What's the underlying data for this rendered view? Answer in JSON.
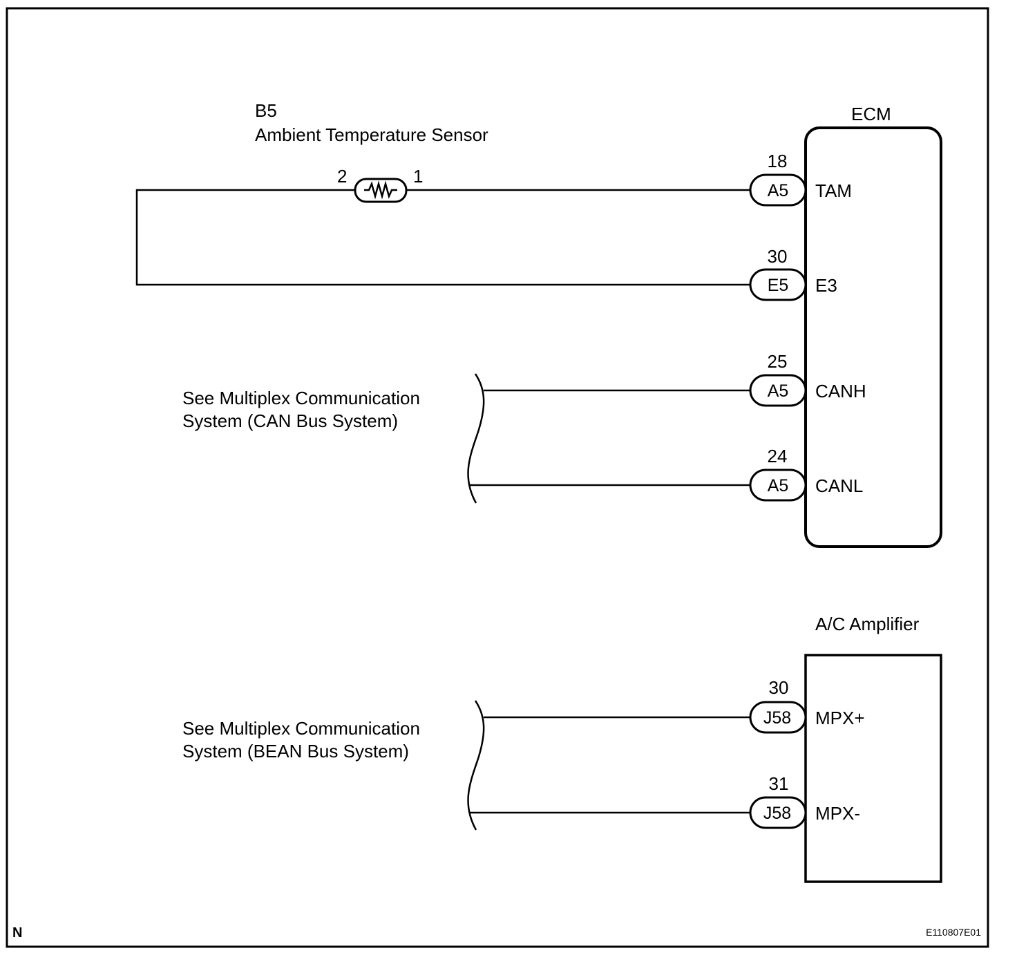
{
  "sensor": {
    "code": "B5",
    "name": "Ambient Temperature Sensor",
    "pin_left": "2",
    "pin_right": "1"
  },
  "ecm": {
    "title": "ECM",
    "terminals": [
      {
        "pin": "18",
        "connector": "A5",
        "signal": "TAM"
      },
      {
        "pin": "30",
        "connector": "E5",
        "signal": "E3"
      },
      {
        "pin": "25",
        "connector": "A5",
        "signal": "CANH"
      },
      {
        "pin": "24",
        "connector": "A5",
        "signal": "CANL"
      }
    ]
  },
  "amplifier": {
    "title": "A/C Amplifier",
    "terminals": [
      {
        "pin": "30",
        "connector": "J58",
        "signal": "MPX+"
      },
      {
        "pin": "31",
        "connector": "J58",
        "signal": "MPX-"
      }
    ]
  },
  "notes": {
    "can": [
      "See Multiplex Communication",
      "System (CAN Bus System)"
    ],
    "bean": [
      "See Multiplex Communication",
      "System (BEAN Bus System)"
    ]
  },
  "footer": {
    "corner_mark": "N",
    "figure_id": "E110807E01"
  }
}
